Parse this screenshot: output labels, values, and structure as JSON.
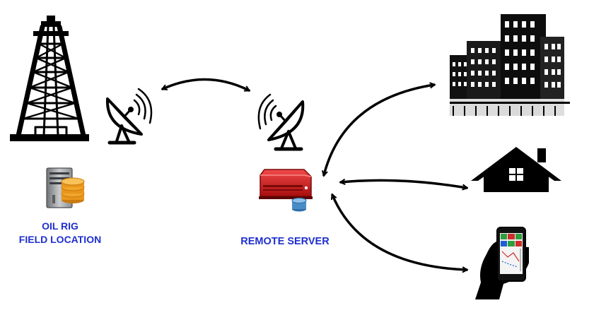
{
  "labels": {
    "oil_rig_line1": "OIL RIG",
    "oil_rig_line2": "FIELD LOCATION",
    "remote_server": "REMOTE SERVER"
  },
  "colors": {
    "label_blue": "#1f2fd0",
    "server_red": "#d71a1a",
    "db_orange": "#f0a62a",
    "ink": "#000000"
  },
  "icons": [
    "oil-derrick-icon",
    "database-server-icon",
    "satellite-dish-icon",
    "red-server-icon",
    "office-building-icon",
    "house-icon",
    "smartphone-in-hand-icon"
  ]
}
